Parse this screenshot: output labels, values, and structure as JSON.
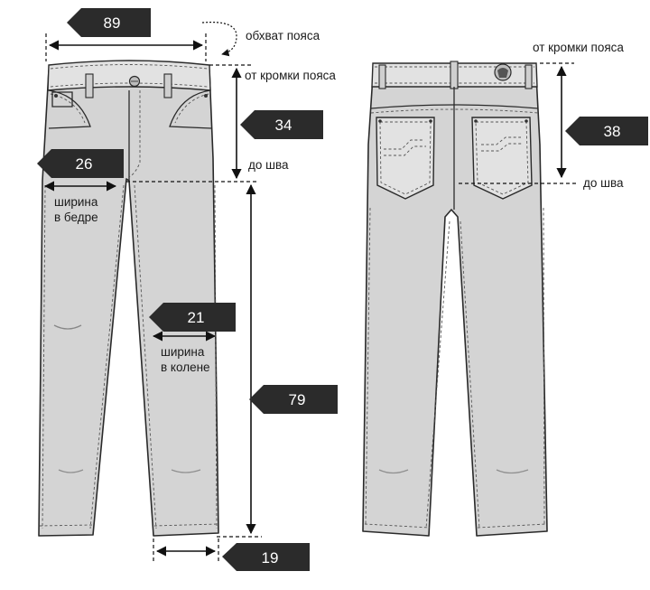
{
  "measurements": {
    "waist": "89",
    "front_rise": "34",
    "thigh": "26",
    "knee": "21",
    "inseam": "79",
    "leg_opening": "19",
    "back_rise": "38"
  },
  "labels": {
    "waist_circumference": "обхват пояса",
    "from_waistband_front": "от кромки пояса",
    "to_seam_front": "до шва",
    "thigh_width_line1": "ширина",
    "thigh_width_line2": "в бедре",
    "knee_width_line1": "ширина",
    "knee_width_line2": "в колене",
    "from_waistband_back": "от кромки пояса",
    "to_seam_back": "до шва"
  },
  "colors": {
    "tag_fill": "#2b2b2b",
    "tag_text": "#ffffff",
    "garment_fill": "#d4d4d4",
    "outline": "#2a2a2a"
  },
  "icons": {
    "back_patch": "emblem-icon",
    "arrow": "arrowhead-icon"
  }
}
